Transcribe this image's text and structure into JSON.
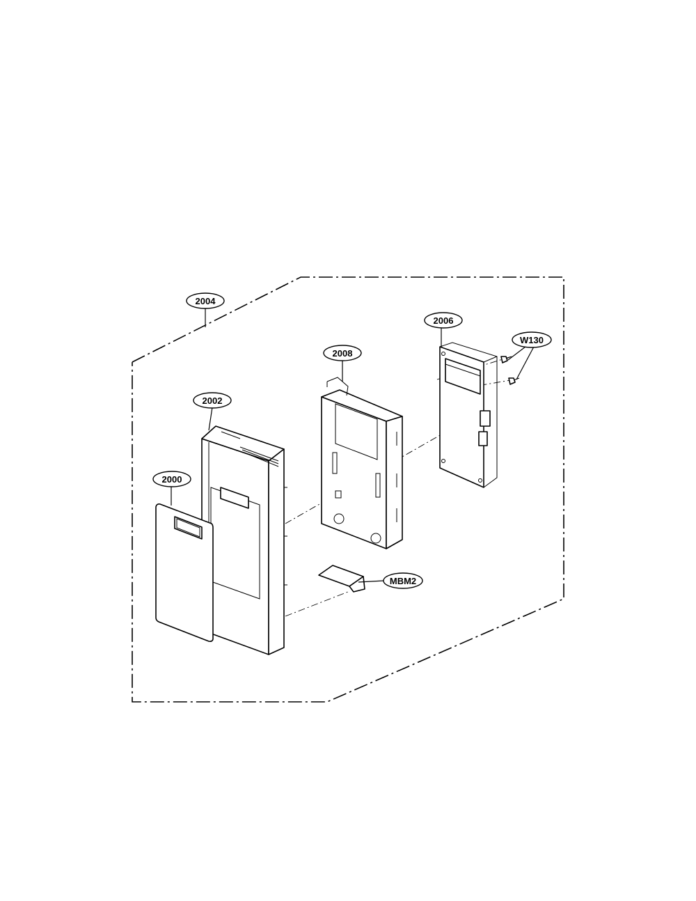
{
  "diagram": {
    "labels": {
      "assembly": "2004",
      "pcb": "2006",
      "screw": "W130",
      "frame": "2008",
      "panel": "2002",
      "sheet": "2000",
      "clip": "MBM2"
    }
  }
}
